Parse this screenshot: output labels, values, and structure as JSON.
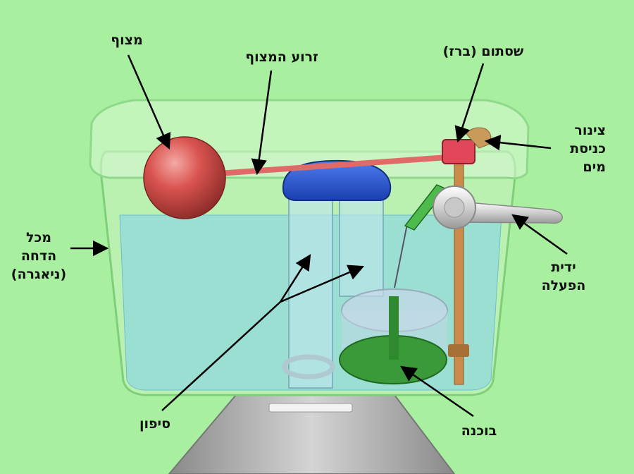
{
  "labels": {
    "float": "מצוף",
    "float_arm": "זרוע המצוף",
    "valve": "שסתום (ברז)",
    "inlet_pipe": [
      "צינור",
      "כניסת",
      "מים"
    ],
    "tank": [
      "מכל",
      "הדחה",
      "(ניאגרה)"
    ],
    "handle": [
      "ידית",
      "הפעלה"
    ],
    "siphon": "סיפון",
    "plunger": "בוכנה"
  },
  "colors": {
    "background": "#a8f0a0",
    "float_ball": "#d9534f",
    "siphon_cap": "#2255dd",
    "plunger": "#3a9a3a",
    "water": "#8fd6e0"
  }
}
